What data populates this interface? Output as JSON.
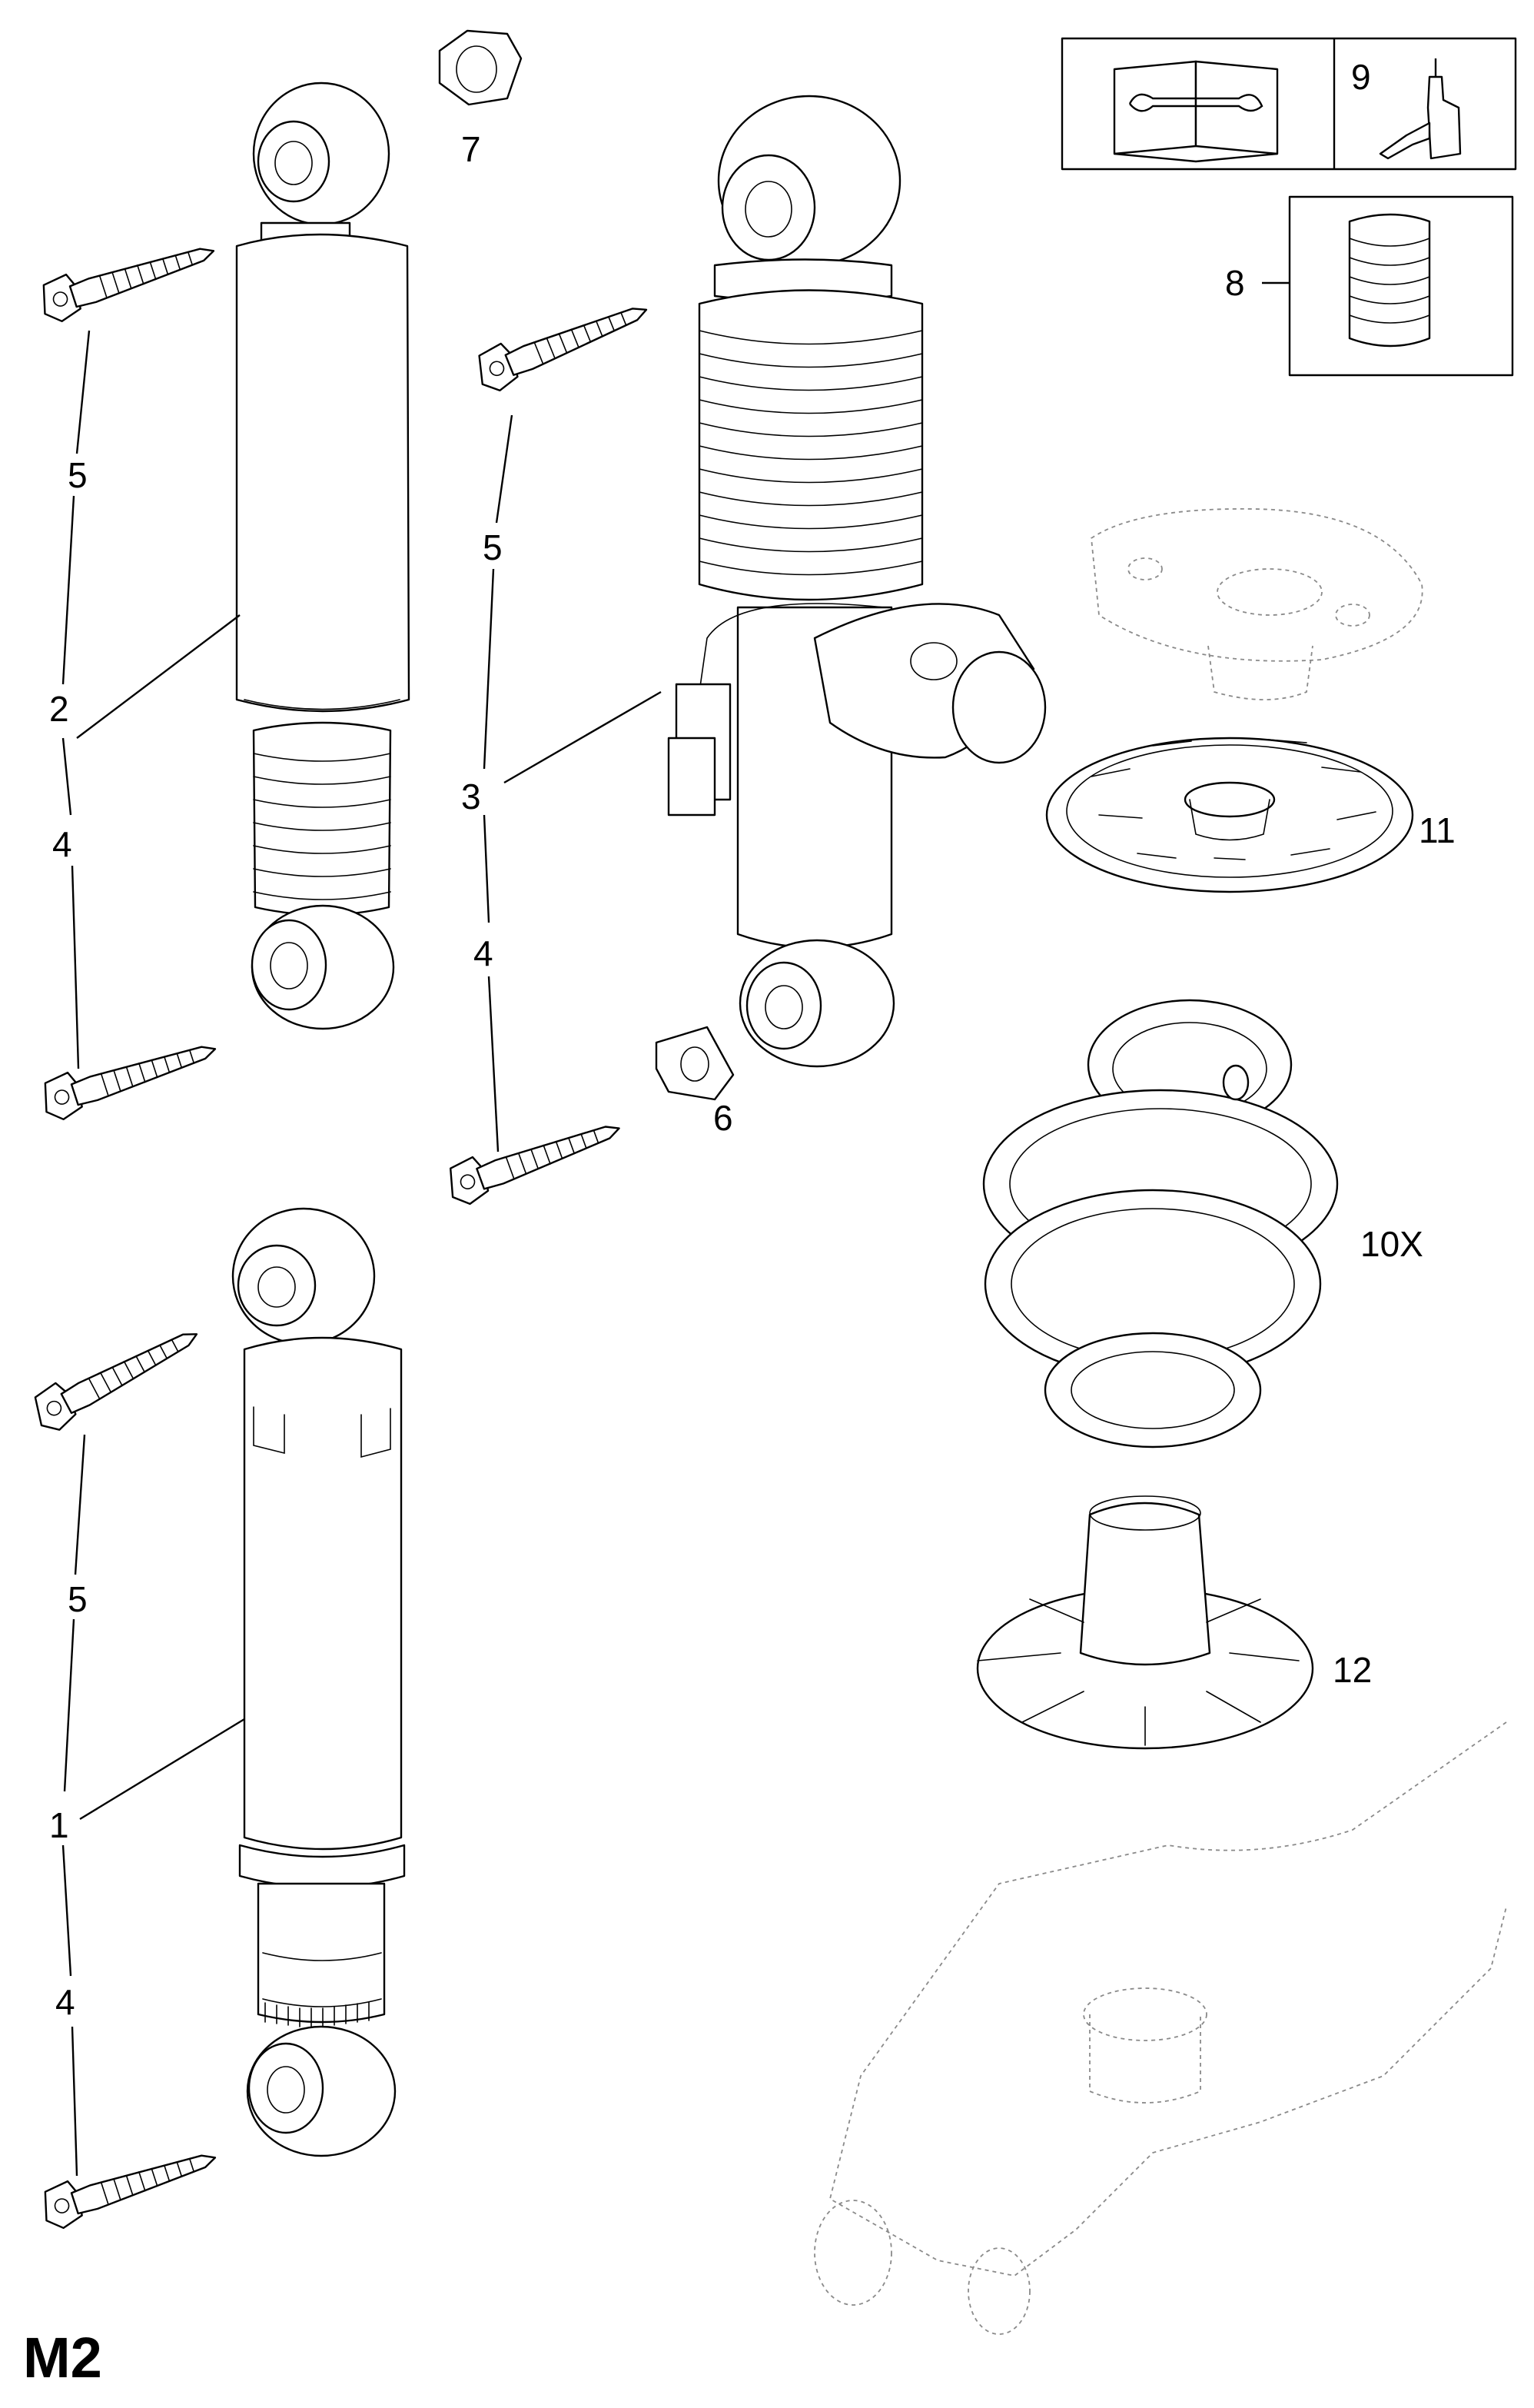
{
  "page_label": "M2",
  "callouts": {
    "c1": "1",
    "c2": "2",
    "c3": "3",
    "c4a": "4",
    "c4b": "4",
    "c4c": "4",
    "c5a": "5",
    "c5b": "5",
    "c5c": "5",
    "c6": "6",
    "c7": "7",
    "c8": "8",
    "c9": "9",
    "c10": "10X",
    "c11": "11",
    "c12": "12"
  },
  "info_box_icon": "repair-manual-icon",
  "lubricant_icon": "oil-bottle-icon"
}
